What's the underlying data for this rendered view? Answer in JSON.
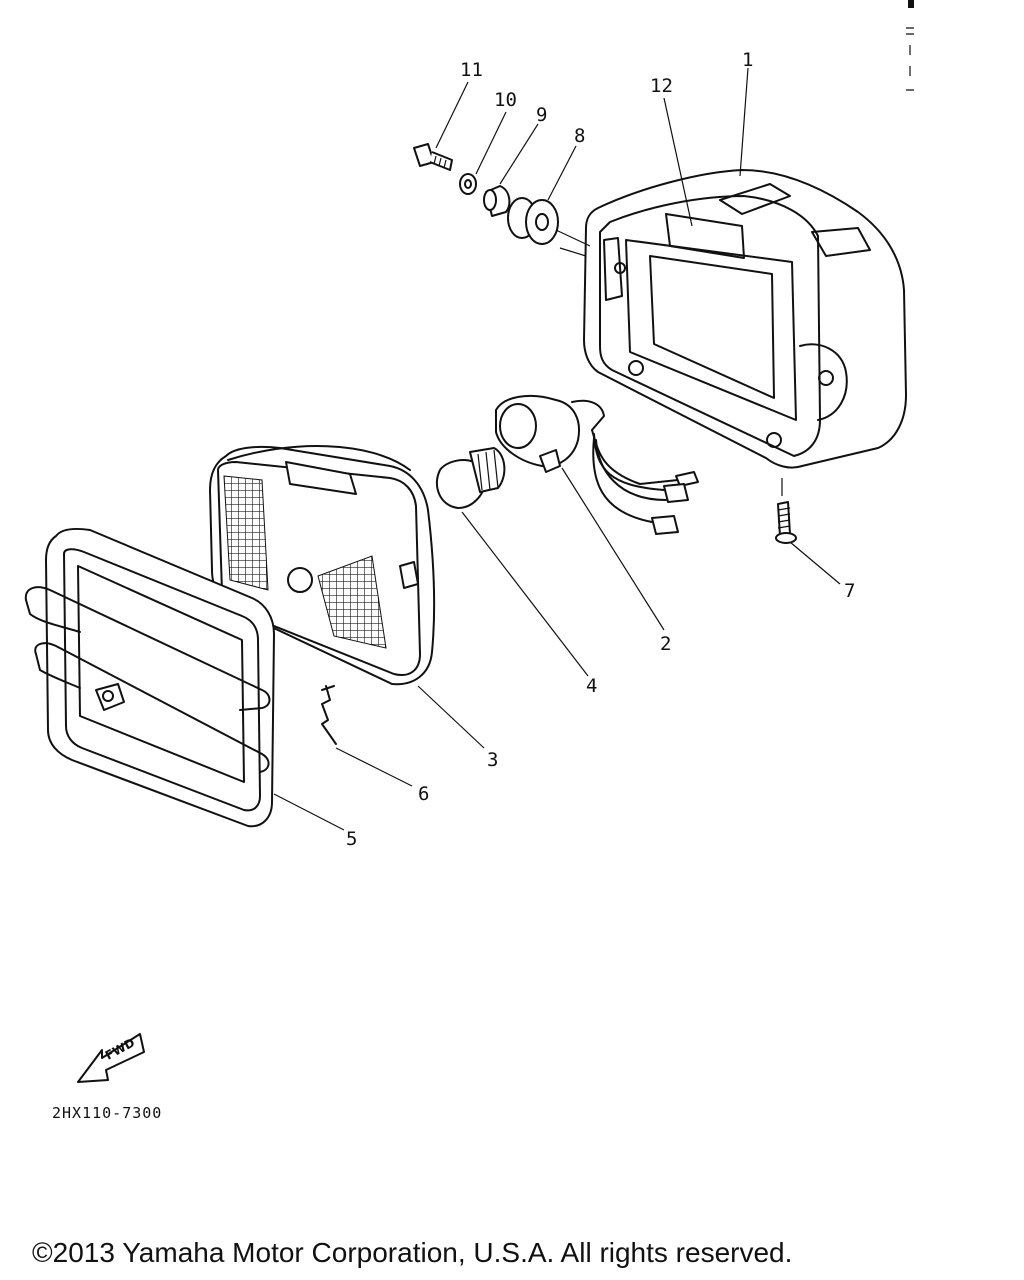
{
  "diagram": {
    "callouts": [
      "1",
      "2",
      "3",
      "4",
      "5",
      "6",
      "7",
      "8",
      "9",
      "10",
      "11",
      "12"
    ],
    "part_code": "2HX110-7300",
    "fwd_label": "FWD"
  },
  "footer": {
    "copyright": "©2013 Yamaha Motor Corporation, U.S.A. All rights reserved."
  }
}
